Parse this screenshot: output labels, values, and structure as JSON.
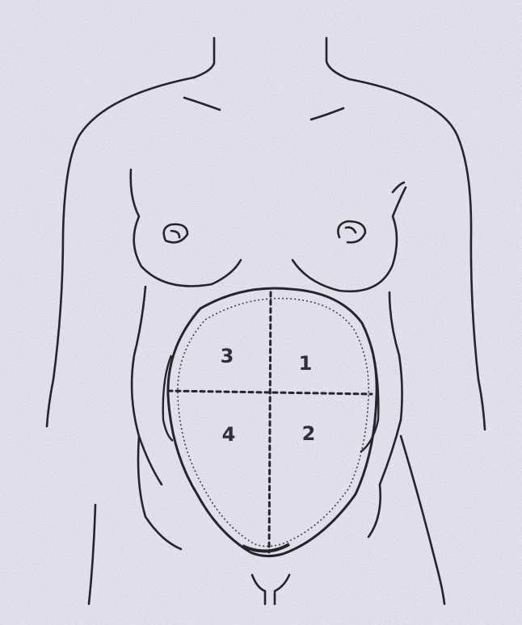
{
  "figure": {
    "type": "line-drawing",
    "subject": "female torso",
    "colors": {
      "paper": "#e7e6f1",
      "ink": "#24242c",
      "speckle": "#b9b8c8"
    }
  },
  "quadrants": [
    {
      "id": "upper-right",
      "label": "1"
    },
    {
      "id": "lower-right",
      "label": "2"
    },
    {
      "id": "upper-left",
      "label": "3"
    },
    {
      "id": "lower-left",
      "label": "4"
    }
  ]
}
